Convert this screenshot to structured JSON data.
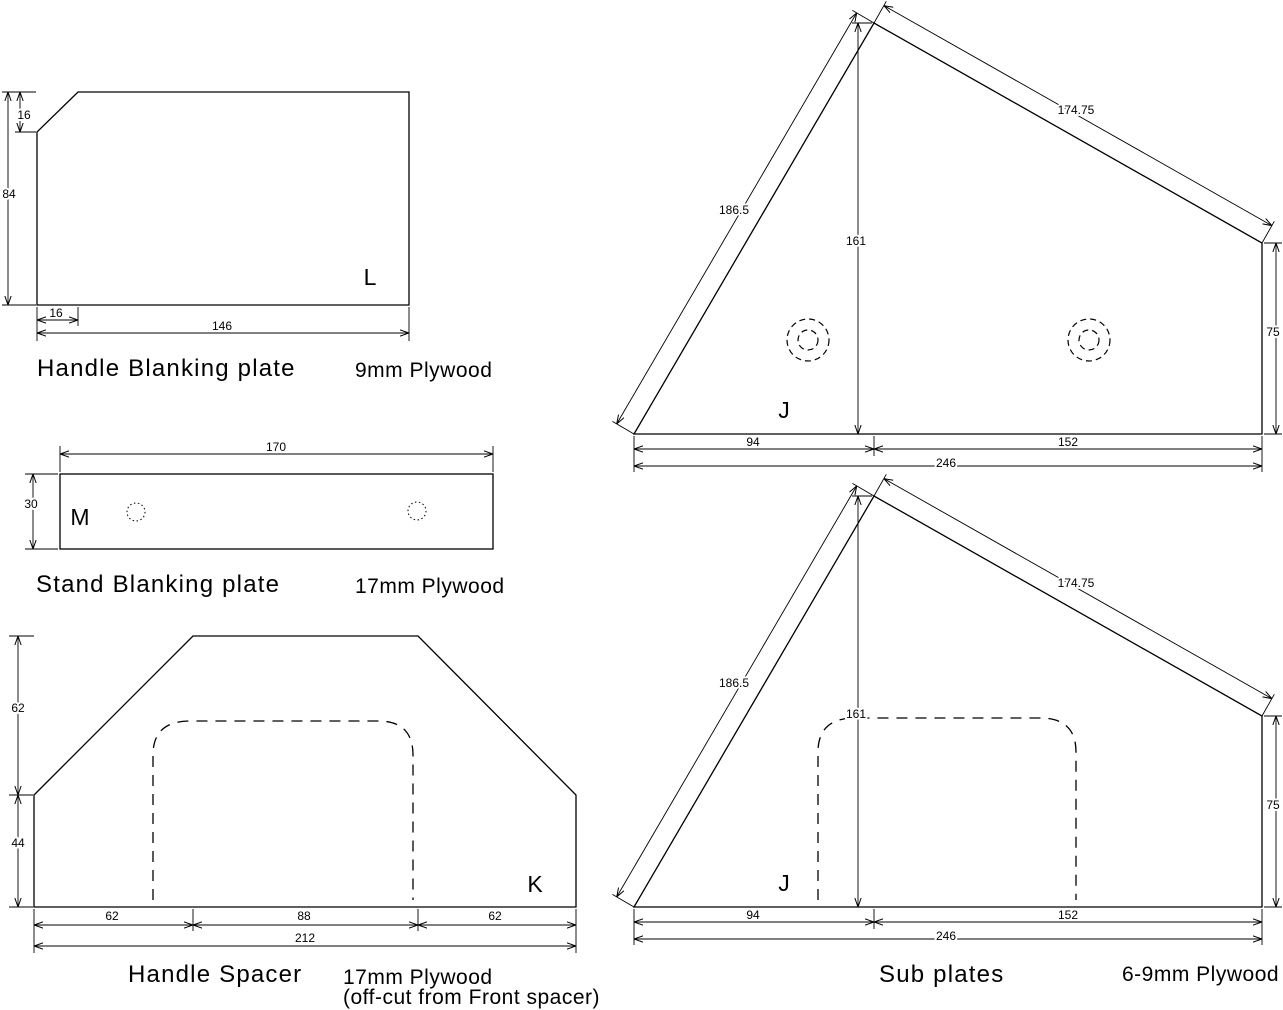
{
  "colors": {
    "line": "#000000",
    "background": "#ffffff"
  },
  "handle_blanking_plate": {
    "label": "L",
    "title": "Handle Blanking plate",
    "material": "9mm Plywood",
    "dims": {
      "chamfer_height": "16",
      "height": "84",
      "chamfer_width": "16",
      "width": "146"
    }
  },
  "stand_blanking_plate": {
    "label": "M",
    "title": "Stand Blanking plate",
    "material": "17mm Plywood",
    "dims": {
      "width": "170",
      "height": "30"
    }
  },
  "handle_spacer": {
    "label": "K",
    "title": "Handle Spacer",
    "material": "17mm Plywood",
    "note": "(off-cut from Front spacer)",
    "dims": {
      "upper_height": "62",
      "lower_height": "44",
      "left_width": "62",
      "middle_width": "88",
      "right_width": "62",
      "total_width": "212"
    }
  },
  "sub_plates": {
    "title": "Sub plates",
    "material": "6-9mm Plywood",
    "plates": [
      {
        "label": "J",
        "dims": {
          "left_edge": "186.5",
          "top_edge": "174.75",
          "height": "161",
          "right_height": "75",
          "left_base": "94",
          "right_base": "152",
          "total_base": "246"
        }
      },
      {
        "label": "J",
        "dims": {
          "left_edge": "186.5",
          "top_edge": "174.75",
          "height": "161",
          "right_height": "75",
          "left_base": "94",
          "right_base": "152",
          "total_base": "246"
        }
      }
    ]
  }
}
